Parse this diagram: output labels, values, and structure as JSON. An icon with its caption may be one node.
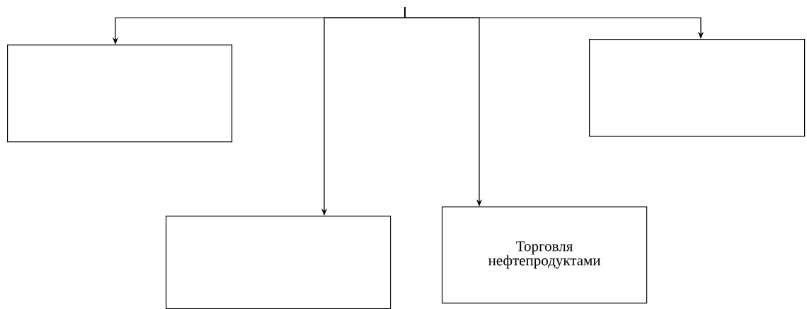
{
  "diagram": {
    "nodes": [
      {
        "text": [],
        "shape": "box"
      },
      {
        "text": [],
        "shape": "box"
      },
      {
        "text": [],
        "shape": "box"
      },
      {
        "text": [
          "Торговля нефтепродуктами"
        ]
      }
    ],
    "edges": [
      {
        "from": null,
        "to": 0,
        "arrow": "to"
      },
      {
        "from": null,
        "to": 1,
        "arrow": "to"
      },
      {
        "from": null,
        "to": 2,
        "arrow": "to"
      },
      {
        "from": null,
        "to": 3,
        "arrow": "to"
      }
    ]
  }
}
